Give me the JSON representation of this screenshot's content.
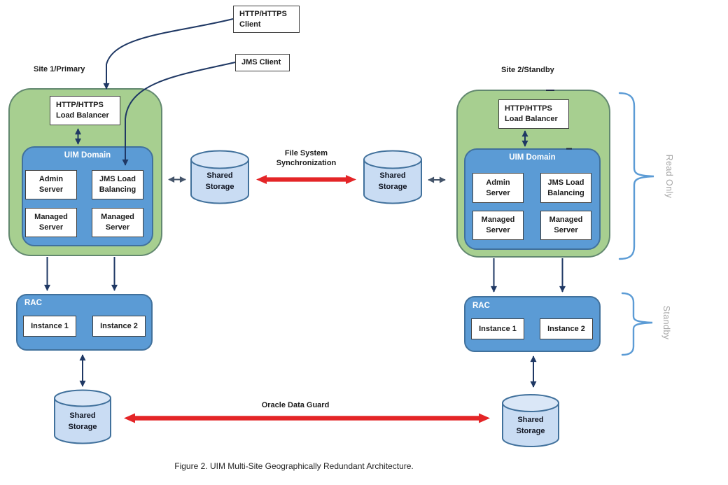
{
  "colors": {
    "site_fill": "#a7cf90",
    "site_border": "#62886f",
    "domain_fill": "#5b9bd5",
    "domain_border": "#41719c",
    "storage_fill": "#c9dcf3",
    "storage_top_fill": "#dae7f7",
    "storage_border": "#41719c",
    "sync_arrow_red": "#e42527",
    "connector_navy": "#1f3864",
    "connector_slate": "#44546a",
    "bracket_blue": "#5b9bd5",
    "side_label_gray": "#a6a6a6"
  },
  "clients": {
    "http_label": "HTTP/HTTPS\nClient",
    "jms_label": "JMS Client"
  },
  "annotations": {
    "file_sync": "File System\nSynchronization",
    "data_guard": "Oracle Data Guard",
    "read_only": "Read Only",
    "standby": "Standby"
  },
  "caption": "Figure 2. UIM Multi-Site Geographically Redundant Architecture.",
  "sites": [
    {
      "name": "Site 1/Primary",
      "load_balancer": "HTTP/HTTPS\nLoad Balancer",
      "domain_title": "UIM Domain",
      "servers": [
        "Admin\nServer",
        "JMS Load\nBalancing",
        "Managed\nServer",
        "Managed\nServer"
      ],
      "rac_title": "RAC",
      "instances": [
        "Instance 1",
        "Instance 2"
      ],
      "file_storage": "Shared\nStorage",
      "db_storage": "Shared\nStorage"
    },
    {
      "name": "Site 2/Standby",
      "load_balancer": "HTTP/HTTPS\nLoad Balancer",
      "domain_title": "UIM Domain",
      "servers": [
        "Admin\nServer",
        "JMS Load\nBalancing",
        "Managed\nServer",
        "Managed\nServer"
      ],
      "rac_title": "RAC",
      "instances": [
        "Instance 1",
        "Instance 2"
      ],
      "file_storage": "Shared\nStorage",
      "db_storage": "Shared\nStorage"
    }
  ]
}
